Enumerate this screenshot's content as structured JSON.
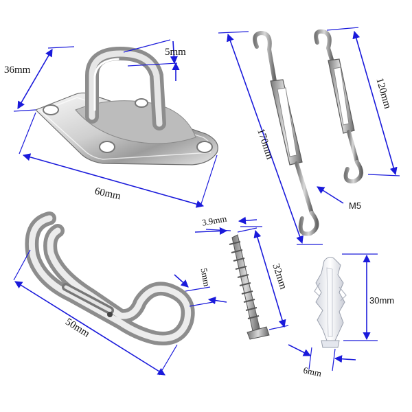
{
  "labels": {
    "pad_eye_width": "36mm",
    "pad_eye_wire": "5mm",
    "pad_eye_length": "60mm",
    "turnbuckle_long": "170mm",
    "turnbuckle_short": "120mm",
    "turnbuckle_thread": "M5",
    "screw_diameter": "3.9mm",
    "screw_length": "32mm",
    "snap_hook_wire": "5mm",
    "snap_hook_length": "50mm",
    "anchor_length": "30mm",
    "anchor_diameter": "6mm"
  },
  "colors": {
    "dimension_line": "#1a1adb",
    "steel_light": "#f2f2f2",
    "steel_dark": "#8a8a8a",
    "anchor_plastic": "#eef0f4"
  }
}
